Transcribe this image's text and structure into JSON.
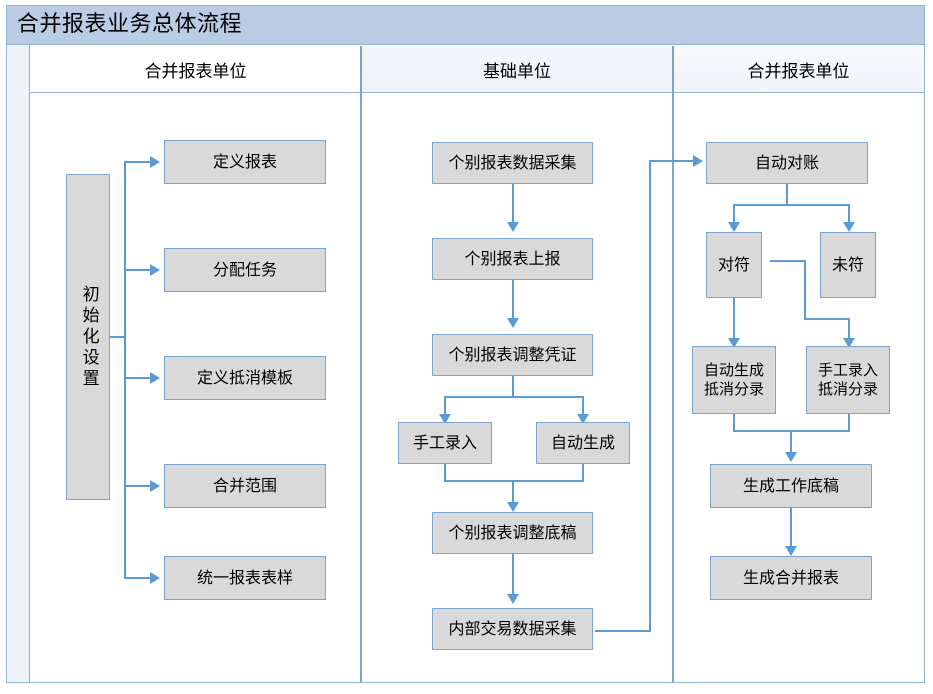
{
  "diagram": {
    "title": "合并报表业务总体流程",
    "type": "swimlane-flowchart",
    "accent_color": "#5b9bd5",
    "title_bar_color": "#b9cce3",
    "node_fill_color": "#d9d9d9",
    "node_border_color": "#7ba3cd",
    "lanes": [
      {
        "id": "lane-left",
        "label": "合并报表单位"
      },
      {
        "id": "lane-middle",
        "label": "基础单位"
      },
      {
        "id": "lane-right",
        "label": "合并报表单位"
      }
    ],
    "nodes": {
      "init_setup": "初始化设置",
      "define_report": "定义报表",
      "assign_task": "分配任务",
      "define_offset_tpl": "定义抵消模板",
      "merge_scope": "合并范围",
      "unified_form": "统一报表表样",
      "indiv_collect": "个别报表数据采集",
      "indiv_submit": "个别报表上报",
      "indiv_voucher": "个别报表调整凭证",
      "manual_entry": "手工录入",
      "auto_generate": "自动生成",
      "indiv_draft": "个别报表调整底稿",
      "internal_trade": "内部交易数据采集",
      "auto_reconcile": "自动对账",
      "matched": "对符",
      "unmatched": "未符",
      "auto_offset_entry": "自动生成\n抵消分录",
      "manual_offset_entry": "手工录入\n抵消分录",
      "gen_worksheet": "生成工作底稿",
      "gen_merged_report": "生成合并报表"
    },
    "node_lines": {
      "auto_offset_entry": [
        "自动生成",
        "抵消分录"
      ],
      "manual_offset_entry": [
        "手工录入",
        "抵消分录"
      ]
    }
  }
}
